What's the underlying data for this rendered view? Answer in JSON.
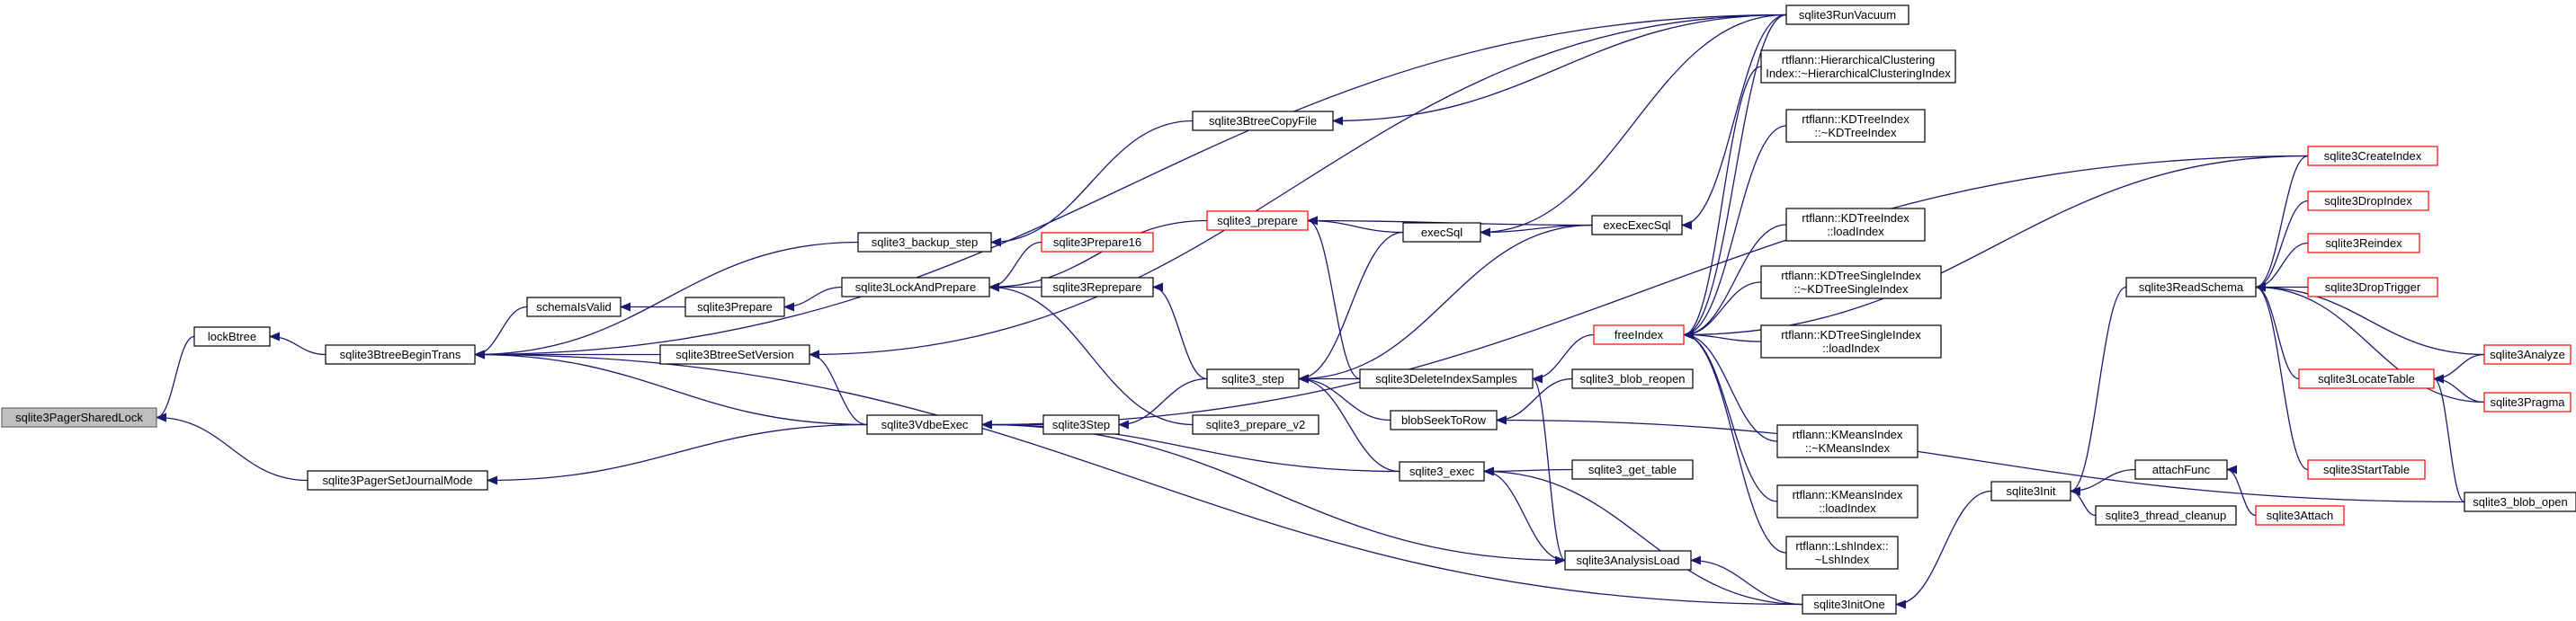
{
  "graph": {
    "nodes": [
      {
        "id": "sqlite3PagerSharedLock",
        "lines": [
          "sqlite3PagerSharedLock"
        ],
        "style": "grey"
      },
      {
        "id": "lockBtree",
        "lines": [
          "lockBtree"
        ],
        "style": "normal"
      },
      {
        "id": "sqlite3BtreeBeginTrans",
        "lines": [
          "sqlite3BtreeBeginTrans"
        ],
        "style": "normal"
      },
      {
        "id": "sqlite3PagerSetJournalMode",
        "lines": [
          "sqlite3PagerSetJournalMode"
        ],
        "style": "normal"
      },
      {
        "id": "sqlite3_backup_step",
        "lines": [
          "sqlite3_backup_step"
        ],
        "style": "normal"
      },
      {
        "id": "schemaIsValid",
        "lines": [
          "schemaIsValid"
        ],
        "style": "normal"
      },
      {
        "id": "sqlite3BtreeSetVersion",
        "lines": [
          "sqlite3BtreeSetVersion"
        ],
        "style": "normal"
      },
      {
        "id": "sqlite3VdbeExec",
        "lines": [
          "sqlite3VdbeExec"
        ],
        "style": "normal"
      },
      {
        "id": "sqlite3InitOne",
        "lines": [
          "sqlite3InitOne"
        ],
        "style": "normal"
      },
      {
        "id": "sqlite3BtreeCopyFile",
        "lines": [
          "sqlite3BtreeCopyFile"
        ],
        "style": "normal"
      },
      {
        "id": "sqlite3Prepare",
        "lines": [
          "sqlite3Prepare"
        ],
        "style": "normal"
      },
      {
        "id": "sqlite3LockAndPrepare",
        "lines": [
          "sqlite3LockAndPrepare"
        ],
        "style": "normal"
      },
      {
        "id": "sqlite3Step",
        "lines": [
          "sqlite3Step"
        ],
        "style": "normal"
      },
      {
        "id": "sqlite3_exec",
        "lines": [
          "sqlite3_exec"
        ],
        "style": "normal"
      },
      {
        "id": "sqlite3AnalysisLoad",
        "lines": [
          "sqlite3AnalysisLoad"
        ],
        "style": "normal"
      },
      {
        "id": "sqlite3_prepare",
        "lines": [
          "sqlite3_prepare"
        ],
        "style": "red"
      },
      {
        "id": "sqlite3Prepare16",
        "lines": [
          "sqlite3Prepare16"
        ],
        "style": "red"
      },
      {
        "id": "sqlite3Reprepare",
        "lines": [
          "sqlite3Reprepare"
        ],
        "style": "normal"
      },
      {
        "id": "sqlite3_prepare_v2",
        "lines": [
          "sqlite3_prepare_v2"
        ],
        "style": "normal"
      },
      {
        "id": "sqlite3_step",
        "lines": [
          "sqlite3_step"
        ],
        "style": "normal"
      },
      {
        "id": "execSql",
        "lines": [
          "execSql"
        ],
        "style": "normal"
      },
      {
        "id": "execExecSql",
        "lines": [
          "execExecSql"
        ],
        "style": "normal"
      },
      {
        "id": "sqlite3RunVacuum",
        "lines": [
          "sqlite3RunVacuum"
        ],
        "style": "normal"
      },
      {
        "id": "sqlite3DeleteIndexSamples",
        "lines": [
          "sqlite3DeleteIndexSamples"
        ],
        "style": "normal"
      },
      {
        "id": "blobSeekToRow",
        "lines": [
          "blobSeekToRow"
        ],
        "style": "normal"
      },
      {
        "id": "sqlite3_blob_reopen",
        "lines": [
          "sqlite3_blob_reopen"
        ],
        "style": "normal"
      },
      {
        "id": "sqlite3_get_table",
        "lines": [
          "sqlite3_get_table"
        ],
        "style": "normal"
      },
      {
        "id": "freeIndex",
        "lines": [
          "freeIndex"
        ],
        "style": "red"
      },
      {
        "id": "rtflann_HCI",
        "lines": [
          "rtflann::HierarchicalClustering",
          "Index::~HierarchicalClusteringIndex"
        ],
        "style": "normal"
      },
      {
        "id": "rtflann_KDTree_dtor",
        "lines": [
          "rtflann::KDTreeIndex",
          "::~KDTreeIndex"
        ],
        "style": "normal"
      },
      {
        "id": "rtflann_KDTree_load",
        "lines": [
          "rtflann::KDTreeIndex",
          "::loadIndex"
        ],
        "style": "normal"
      },
      {
        "id": "rtflann_KDSingle_dtor",
        "lines": [
          "rtflann::KDTreeSingleIndex",
          "::~KDTreeSingleIndex"
        ],
        "style": "normal"
      },
      {
        "id": "rtflann_KDSingle_load",
        "lines": [
          "rtflann::KDTreeSingleIndex",
          "::loadIndex"
        ],
        "style": "normal"
      },
      {
        "id": "rtflann_KMeans_dtor",
        "lines": [
          "rtflann::KMeansIndex",
          "::~KMeansIndex"
        ],
        "style": "normal"
      },
      {
        "id": "rtflann_KMeans_load",
        "lines": [
          "rtflann::KMeansIndex",
          "::loadIndex"
        ],
        "style": "normal"
      },
      {
        "id": "rtflann_Lsh_dtor",
        "lines": [
          "rtflann::LshIndex::",
          "~LshIndex"
        ],
        "style": "normal"
      },
      {
        "id": "sqlite3Init",
        "lines": [
          "sqlite3Init"
        ],
        "style": "normal"
      },
      {
        "id": "attachFunc",
        "lines": [
          "attachFunc"
        ],
        "style": "normal"
      },
      {
        "id": "sqlite3_thread_cleanup",
        "lines": [
          "sqlite3_thread_cleanup"
        ],
        "style": "normal"
      },
      {
        "id": "sqlite3Attach",
        "lines": [
          "sqlite3Attach"
        ],
        "style": "red"
      },
      {
        "id": "sqlite3ReadSchema",
        "lines": [
          "sqlite3ReadSchema"
        ],
        "style": "normal"
      },
      {
        "id": "sqlite3CreateIndex",
        "lines": [
          "sqlite3CreateIndex"
        ],
        "style": "red"
      },
      {
        "id": "sqlite3DropIndex",
        "lines": [
          "sqlite3DropIndex"
        ],
        "style": "red"
      },
      {
        "id": "sqlite3Reindex",
        "lines": [
          "sqlite3Reindex"
        ],
        "style": "red"
      },
      {
        "id": "sqlite3DropTrigger",
        "lines": [
          "sqlite3DropTrigger"
        ],
        "style": "red"
      },
      {
        "id": "sqlite3Analyze",
        "lines": [
          "sqlite3Analyze"
        ],
        "style": "red"
      },
      {
        "id": "sqlite3LocateTable",
        "lines": [
          "sqlite3LocateTable"
        ],
        "style": "red"
      },
      {
        "id": "sqlite3Pragma",
        "lines": [
          "sqlite3Pragma"
        ],
        "style": "red"
      },
      {
        "id": "sqlite3StartTable",
        "lines": [
          "sqlite3StartTable"
        ],
        "style": "red"
      },
      {
        "id": "sqlite3_blob_open",
        "lines": [
          "sqlite3_blob_open"
        ],
        "style": "normal"
      }
    ],
    "edges": [
      [
        "lockBtree",
        "sqlite3PagerSharedLock"
      ],
      [
        "sqlite3PagerSetJournalMode",
        "sqlite3PagerSharedLock"
      ],
      [
        "sqlite3BtreeBeginTrans",
        "lockBtree"
      ],
      [
        "sqlite3_backup_step",
        "sqlite3BtreeBeginTrans"
      ],
      [
        "schemaIsValid",
        "sqlite3BtreeBeginTrans"
      ],
      [
        "sqlite3BtreeSetVersion",
        "sqlite3BtreeBeginTrans"
      ],
      [
        "sqlite3VdbeExec",
        "sqlite3BtreeBeginTrans"
      ],
      [
        "sqlite3InitOne",
        "sqlite3BtreeBeginTrans"
      ],
      [
        "sqlite3RunVacuum",
        "sqlite3BtreeBeginTrans"
      ],
      [
        "sqlite3VdbeExec",
        "sqlite3PagerSetJournalMode"
      ],
      [
        "sqlite3BtreeCopyFile",
        "sqlite3_backup_step"
      ],
      [
        "sqlite3Prepare",
        "schemaIsValid"
      ],
      [
        "sqlite3VdbeExec",
        "sqlite3BtreeSetVersion"
      ],
      [
        "sqlite3LockAndPrepare",
        "sqlite3Prepare"
      ],
      [
        "sqlite3Step",
        "sqlite3VdbeExec"
      ],
      [
        "sqlite3_exec",
        "sqlite3VdbeExec"
      ],
      [
        "sqlite3AnalysisLoad",
        "sqlite3VdbeExec"
      ],
      [
        "sqlite3CreateIndex",
        "sqlite3VdbeExec"
      ],
      [
        "sqlite3RunVacuum",
        "sqlite3BtreeCopyFile"
      ],
      [
        "sqlite3RunVacuum",
        "sqlite3BtreeSetVersion"
      ],
      [
        "sqlite3_prepare",
        "sqlite3LockAndPrepare"
      ],
      [
        "sqlite3Prepare16",
        "sqlite3LockAndPrepare"
      ],
      [
        "sqlite3_prepare_v2",
        "sqlite3LockAndPrepare"
      ],
      [
        "sqlite3Reprepare",
        "sqlite3LockAndPrepare"
      ],
      [
        "sqlite3_step",
        "sqlite3Step"
      ],
      [
        "sqlite3_step",
        "sqlite3Reprepare"
      ],
      [
        "execSql",
        "sqlite3_prepare"
      ],
      [
        "execExecSql",
        "sqlite3_prepare"
      ],
      [
        "sqlite3DeleteIndexSamples",
        "sqlite3_prepare"
      ],
      [
        "execSql",
        "sqlite3_step"
      ],
      [
        "execExecSql",
        "sqlite3_step"
      ],
      [
        "sqlite3DeleteIndexSamples",
        "sqlite3_step"
      ],
      [
        "blobSeekToRow",
        "sqlite3_step"
      ],
      [
        "sqlite3_exec",
        "sqlite3_step"
      ],
      [
        "execExecSql",
        "execSql"
      ],
      [
        "sqlite3RunVacuum",
        "execSql"
      ],
      [
        "sqlite3RunVacuum",
        "execExecSql"
      ],
      [
        "sqlite3_get_table",
        "sqlite3_exec"
      ],
      [
        "sqlite3AnalysisLoad",
        "sqlite3_exec"
      ],
      [
        "sqlite3InitOne",
        "sqlite3_exec"
      ],
      [
        "sqlite3DeleteIndexSamples",
        "sqlite3AnalysisLoad"
      ],
      [
        "sqlite3InitOne",
        "sqlite3AnalysisLoad"
      ],
      [
        "freeIndex",
        "sqlite3DeleteIndexSamples"
      ],
      [
        "sqlite3_blob_reopen",
        "blobSeekToRow"
      ],
      [
        "sqlite3_blob_open",
        "blobSeekToRow"
      ],
      [
        "rtflann_HCI",
        "freeIndex"
      ],
      [
        "rtflann_KDTree_dtor",
        "freeIndex"
      ],
      [
        "rtflann_KDTree_load",
        "freeIndex"
      ],
      [
        "rtflann_KDSingle_dtor",
        "freeIndex"
      ],
      [
        "rtflann_KDSingle_load",
        "freeIndex"
      ],
      [
        "rtflann_KMeans_dtor",
        "freeIndex"
      ],
      [
        "rtflann_KMeans_load",
        "freeIndex"
      ],
      [
        "rtflann_Lsh_dtor",
        "freeIndex"
      ],
      [
        "sqlite3CreateIndex",
        "freeIndex"
      ],
      [
        "sqlite3RunVacuum",
        "freeIndex"
      ],
      [
        "sqlite3Init",
        "sqlite3InitOne"
      ],
      [
        "sqlite3ReadSchema",
        "sqlite3Init"
      ],
      [
        "attachFunc",
        "sqlite3Init"
      ],
      [
        "sqlite3_thread_cleanup",
        "sqlite3Init"
      ],
      [
        "sqlite3Attach",
        "attachFunc"
      ],
      [
        "sqlite3CreateIndex",
        "sqlite3ReadSchema"
      ],
      [
        "sqlite3DropIndex",
        "sqlite3ReadSchema"
      ],
      [
        "sqlite3Reindex",
        "sqlite3ReadSchema"
      ],
      [
        "sqlite3DropTrigger",
        "sqlite3ReadSchema"
      ],
      [
        "sqlite3Analyze",
        "sqlite3ReadSchema"
      ],
      [
        "sqlite3LocateTable",
        "sqlite3ReadSchema"
      ],
      [
        "sqlite3Pragma",
        "sqlite3ReadSchema"
      ],
      [
        "sqlite3StartTable",
        "sqlite3ReadSchema"
      ],
      [
        "sqlite3Analyze",
        "sqlite3LocateTable"
      ],
      [
        "sqlite3Pragma",
        "sqlite3LocateTable"
      ],
      [
        "sqlite3_blob_open",
        "sqlite3LocateTable"
      ]
    ]
  }
}
